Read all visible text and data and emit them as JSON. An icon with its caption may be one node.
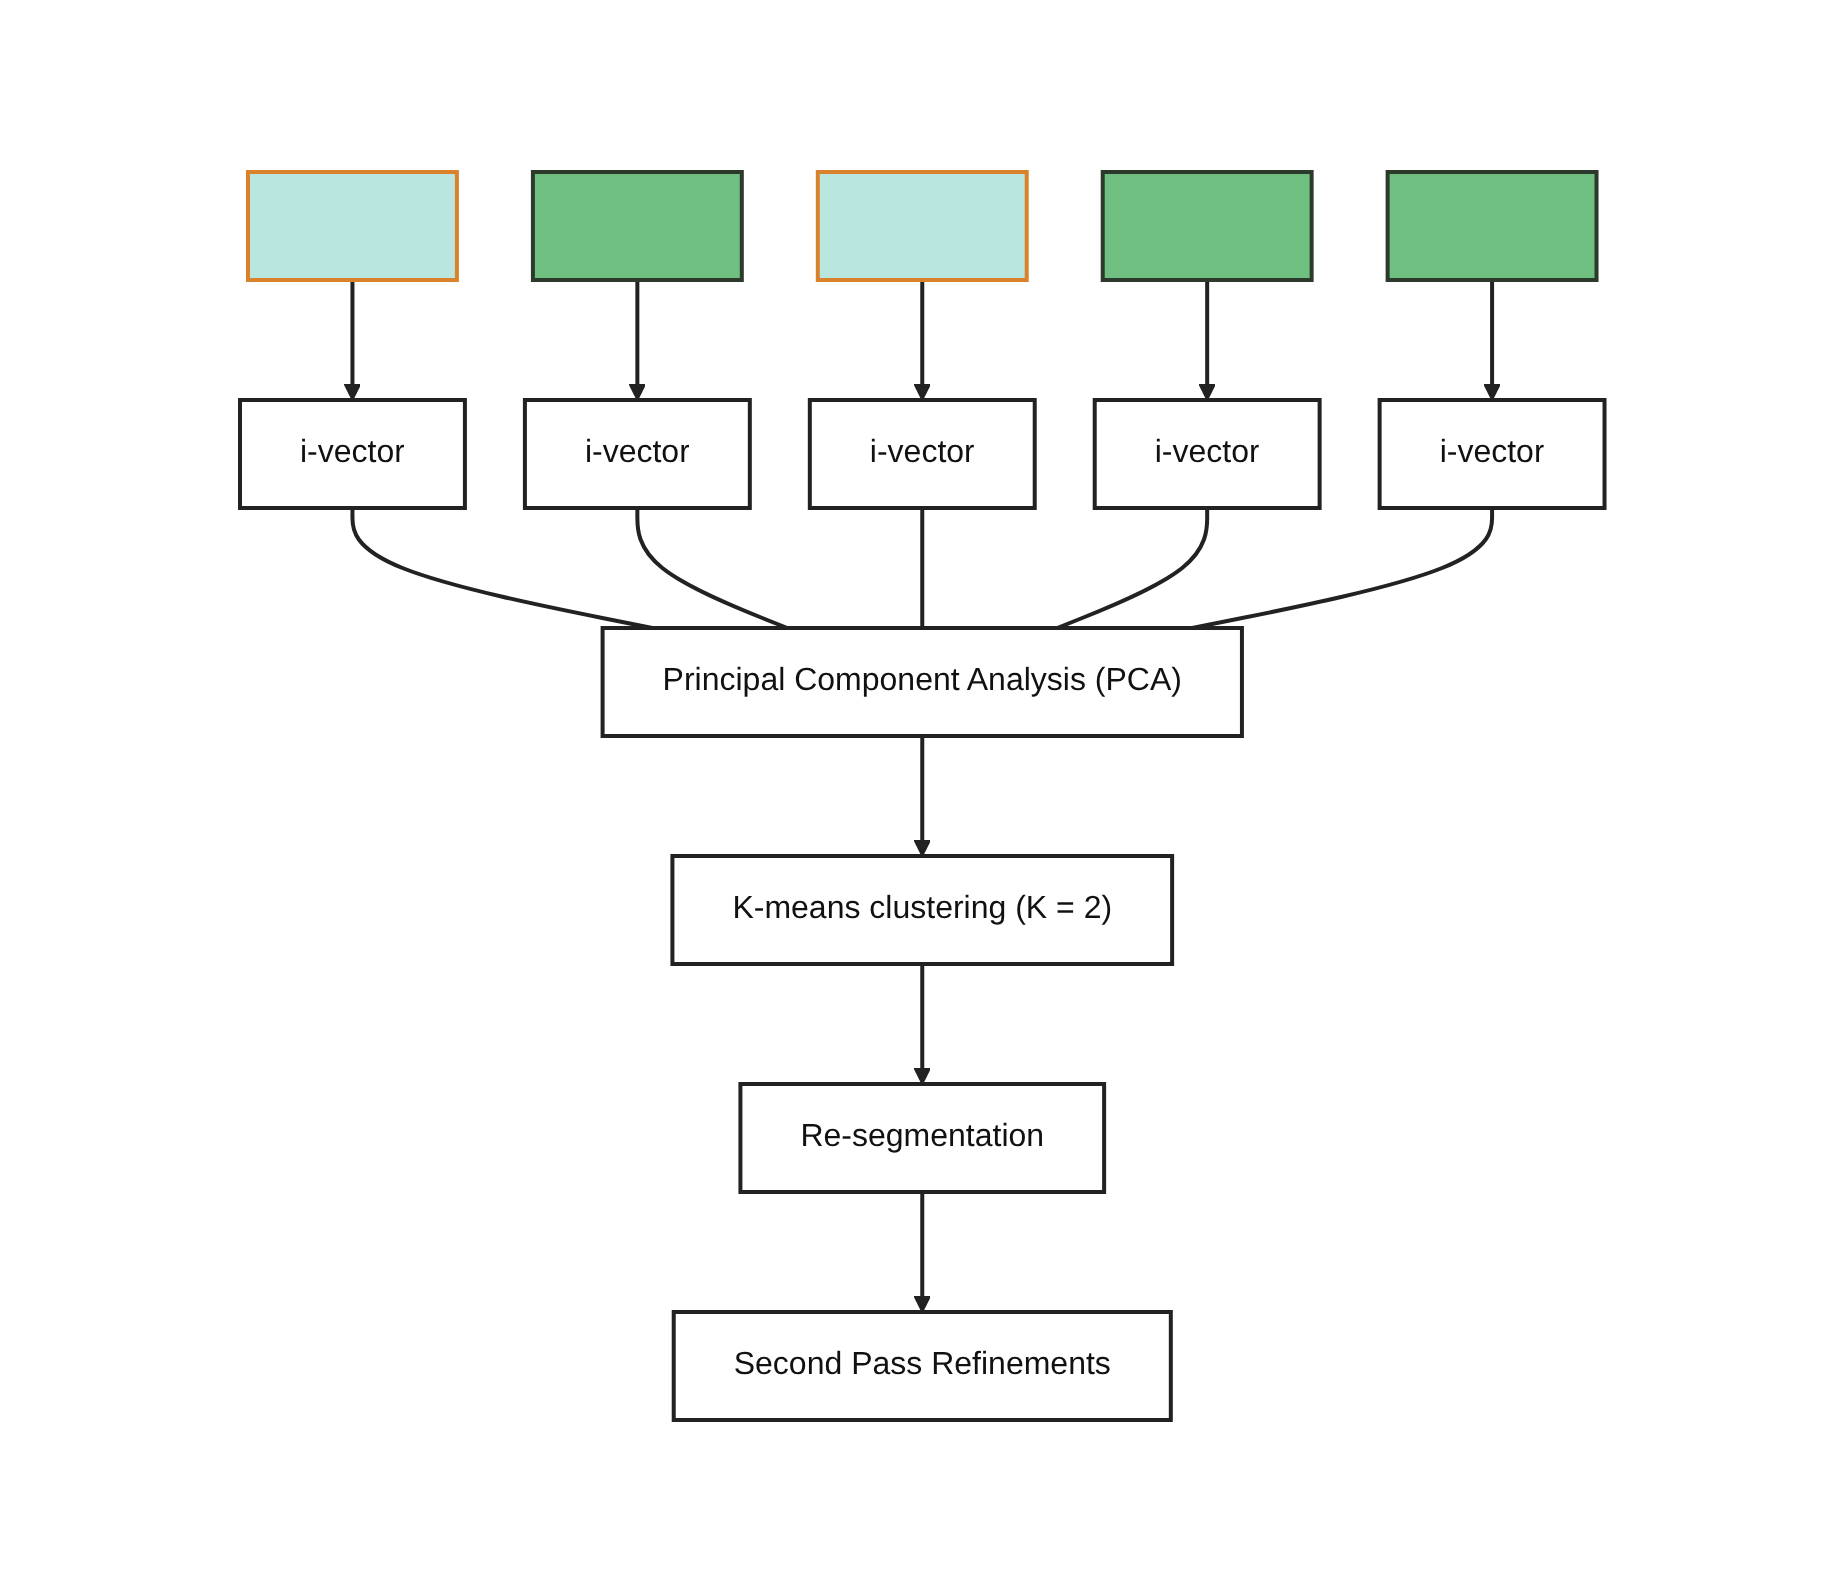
{
  "diagram": {
    "nodes": [
      {
        "text": [],
        "shape": "picture"
      },
      {
        "text": [],
        "shape": "picture"
      },
      {
        "text": [],
        "shape": "picture"
      },
      {
        "text": [],
        "shape": "picture"
      },
      {
        "text": [],
        "shape": "picture"
      },
      {
        "text": [
          "i-vector"
        ]
      },
      {
        "text": [
          "i-vector"
        ]
      },
      {
        "text": [
          "i-vector"
        ]
      },
      {
        "text": [
          "i-vector"
        ]
      },
      {
        "text": [
          "i-vector"
        ]
      },
      {
        "text": [
          "Principal Component Analysis (PCA)"
        ]
      },
      {
        "text": [
          "K-means clustering (K = 2)"
        ]
      },
      {
        "text": [
          "Re-segmentation"
        ]
      },
      {
        "text": [
          "Second Pass Refinements"
        ]
      }
    ],
    "edges": [
      {
        "from": 0,
        "to": 5,
        "arrow": "to"
      },
      {
        "from": 1,
        "to": 6,
        "arrow": "to"
      },
      {
        "from": 2,
        "to": 7,
        "arrow": "to"
      },
      {
        "from": 3,
        "to": 8,
        "arrow": "to"
      },
      {
        "from": 4,
        "to": 9,
        "arrow": "to"
      },
      {
        "from": 5,
        "to": 10,
        "arrow": "none"
      },
      {
        "from": 6,
        "to": 10,
        "arrow": "none"
      },
      {
        "from": 7,
        "to": 10,
        "arrow": "none"
      },
      {
        "from": 8,
        "to": 10,
        "arrow": "none"
      },
      {
        "from": 9,
        "to": 10,
        "arrow": "none"
      },
      {
        "from": 10,
        "to": 11,
        "arrow": "to"
      },
      {
        "from": 11,
        "to": 12,
        "arrow": "to"
      },
      {
        "from": 12,
        "to": 13,
        "arrow": "to"
      }
    ]
  }
}
